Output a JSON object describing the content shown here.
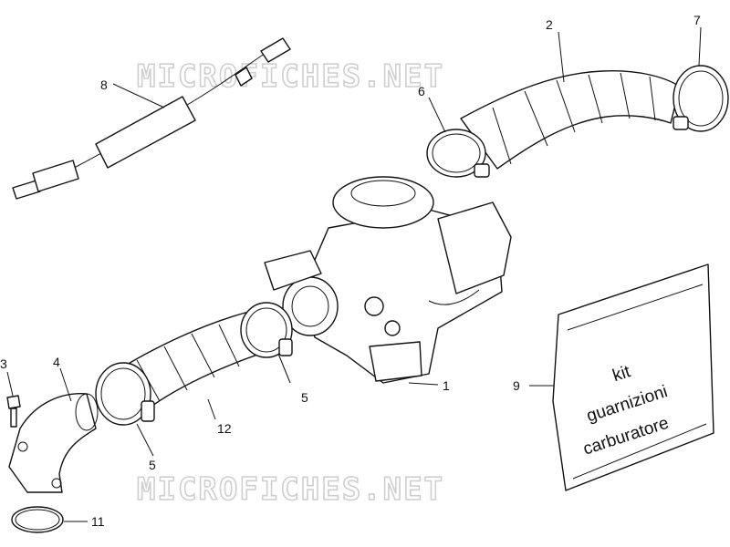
{
  "watermark": "MICROFICHES.NET",
  "callouts": [
    "1",
    "2",
    "3",
    "4",
    "5",
    "5",
    "6",
    "7",
    "8",
    "9",
    "11",
    "12"
  ],
  "kit_bag": {
    "line1": "kit",
    "line2": "guarnizioni",
    "line3": "carburatore"
  },
  "colors": {
    "ink": "#111111",
    "watermark": "#cfcfcf",
    "background": "#ffffff"
  }
}
